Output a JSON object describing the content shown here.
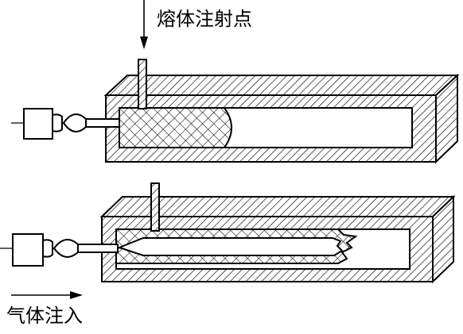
{
  "labels": {
    "melt_injection_point": "熔体注射点",
    "gas_injection": "气体注入"
  },
  "colors": {
    "line": "#000000",
    "background": "#ffffff"
  },
  "components": [
    "mold-upper",
    "mold-lower",
    "gas-nozzle",
    "melt-sprue",
    "melt-charge",
    "hollow-gas-channel"
  ]
}
